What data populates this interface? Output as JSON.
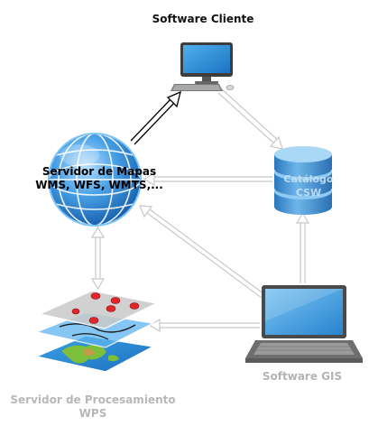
{
  "nodes": {
    "client": {
      "label": "Software Cliente"
    },
    "map_server": {
      "line1": "Servidor de Mapas",
      "line2": "WMS, WFS, WMTS,..."
    },
    "catalog": {
      "line1": "Catálogo",
      "line2": "CSW"
    },
    "gis": {
      "label": "Software GIS"
    },
    "wps": {
      "line1": "Servidor de Procesamiento",
      "line2": "WPS"
    }
  },
  "colors": {
    "globe": "#3a8fd6",
    "database": "#3f8fd0",
    "gray_arrow": "#c8c8c8",
    "black_arrow": "#000000",
    "label_gray": "#b3b3b3"
  },
  "icons": [
    "monitor-icon",
    "globe-icon",
    "database-icon",
    "laptop-icon",
    "map-layers-icon"
  ]
}
